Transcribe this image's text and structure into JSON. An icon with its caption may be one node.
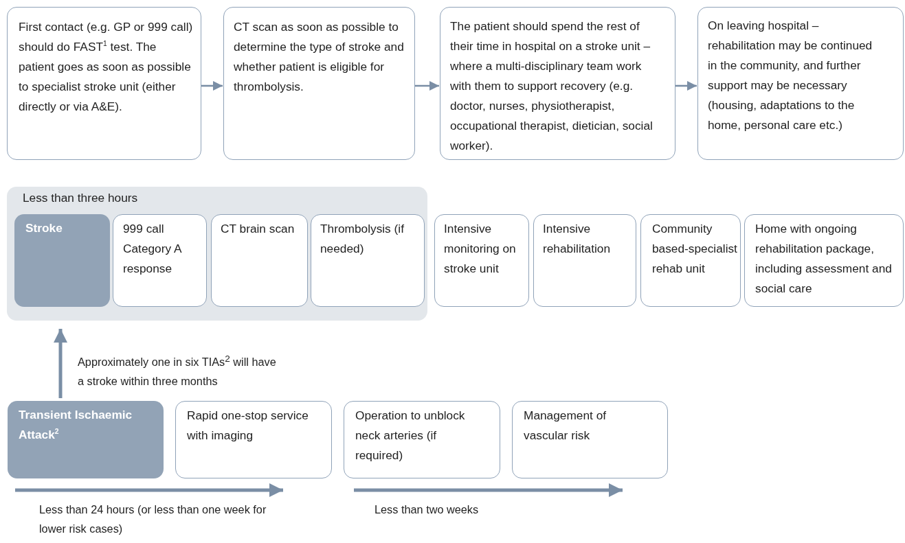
{
  "diagram": {
    "nodes": [
      {
        "text": [
          "First contact (e.g. GP or 999 call) should do FAST$^{1}$ test. The patient goes as soon as possible to specialist stroke unit (either directly or via A&E)."
        ]
      },
      {
        "text": [
          "CT scan as soon as possible to determine the type of stroke and whether patient is eligible for thrombolysis."
        ]
      },
      {
        "text": [
          "The patient should spend the rest of their time in hospital on a stroke unit – where a multi-disciplinary team work with them to support recovery (e.g. doctor, nurses, physiotherapist, occupational therapist, dietician, social worker)."
        ]
      },
      {
        "text": [
          "On leaving hospital – rehabilitation may be continued in the community, and further support may be necessary (housing, adaptations to the home, personal care etc.)"
        ]
      },
      {
        "text": [
          "Less than three hours"
        ]
      },
      {
        "text": [
          "Stroke"
        ],
        "in": 4
      },
      {
        "text": [
          "999 call Category A response"
        ],
        "in": 4
      },
      {
        "text": [
          "CT brain scan"
        ],
        "in": 4
      },
      {
        "text": [
          "Thrombolysis (if needed)"
        ],
        "in": 4
      },
      {
        "text": [
          "Intensive monitoring on stroke unit"
        ]
      },
      {
        "text": [
          "Intensive rehabilitation"
        ]
      },
      {
        "text": [
          "Community based-specialist rehab unit"
        ]
      },
      {
        "text": [
          "Home with ongoing rehabilitation package, including assessment and social care"
        ]
      },
      {
        "text": [
          "Transient Ischaemic Attack$^{2}$"
        ]
      },
      {
        "text": [
          "Rapid one-stop service with imaging"
        ]
      },
      {
        "text": [
          "Operation to unblock neck arteries (if required)"
        ]
      },
      {
        "text": [
          "Management of vascular risk"
        ]
      }
    ],
    "edges": [
      {
        "from": 0,
        "to": 1,
        "arrow": "to"
      },
      {
        "from": 1,
        "to": 2,
        "arrow": "to"
      },
      {
        "from": 2,
        "to": 3,
        "arrow": "to"
      },
      {
        "from": 13,
        "to": 4,
        "arrow": "to",
        "style": "thick",
        "label": "Approximately one in six TIAs$^{2}$ will have a stroke within three months"
      }
    ],
    "labels": [
      "Less than 24 hours (or less than one week for lower risk cases)",
      "Less than two weeks"
    ]
  }
}
